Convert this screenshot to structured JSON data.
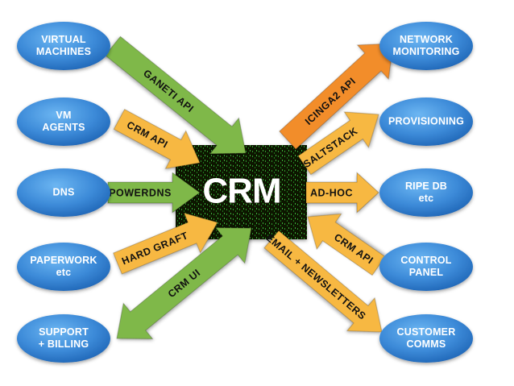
{
  "center": {
    "label": "CRM"
  },
  "left_nodes": [
    {
      "id": "virtual-machines",
      "lines": [
        "VIRTUAL",
        "MACHINES"
      ]
    },
    {
      "id": "vm-agents",
      "lines": [
        "VM",
        "AGENTS"
      ]
    },
    {
      "id": "dns",
      "lines": [
        "DNS"
      ]
    },
    {
      "id": "paperwork",
      "lines": [
        "PAPERWORK",
        "etc"
      ]
    },
    {
      "id": "support-billing",
      "lines": [
        "SUPPORT",
        "+ BILLING"
      ]
    }
  ],
  "right_nodes": [
    {
      "id": "network-monitoring",
      "lines": [
        "NETWORK",
        "MONITORING"
      ]
    },
    {
      "id": "provisioning",
      "lines": [
        "PROVISIONING"
      ]
    },
    {
      "id": "ripe-db",
      "lines": [
        "RIPE DB",
        "etc"
      ]
    },
    {
      "id": "control-panel",
      "lines": [
        "CONTROL",
        "PANEL"
      ]
    },
    {
      "id": "customer-comms",
      "lines": [
        "CUSTOMER",
        "COMMS"
      ]
    }
  ],
  "arrows": [
    {
      "id": "ganeti-api",
      "label": "GANETI API",
      "color": "#7fb84a",
      "direction": "to-crm"
    },
    {
      "id": "crm-api-vm-agents",
      "label": "CRM API",
      "color": "#f7b843",
      "direction": "to-crm"
    },
    {
      "id": "powerdns",
      "label": "POWERDNS",
      "color": "#7fb84a",
      "direction": "to-crm"
    },
    {
      "id": "hard-graft",
      "label": "HARD GRAFT",
      "color": "#f7b843",
      "direction": "to-crm"
    },
    {
      "id": "crm-ui",
      "label": "CRM UI",
      "color": "#7fb84a",
      "direction": "bidirectional"
    },
    {
      "id": "icinga2-api",
      "label": "ICINGA2 API",
      "color": "#f28d2c",
      "direction": "from-crm"
    },
    {
      "id": "saltstack",
      "label": "SALTSTACK",
      "color": "#f7b843",
      "direction": "from-crm"
    },
    {
      "id": "ad-hoc",
      "label": "AD-HOC",
      "color": "#f7b843",
      "direction": "from-crm"
    },
    {
      "id": "crm-api-control-panel",
      "label": "CRM API",
      "color": "#f7b843",
      "direction": "to-crm"
    },
    {
      "id": "email-newsletters",
      "label": "EMAIL + NEWSLETTERS",
      "color": "#f7b843",
      "direction": "from-crm"
    }
  ],
  "colors": {
    "node_fill_light": "#5aa6e8",
    "node_fill_dark": "#1f6cc0",
    "center_fill": "#0a1a06",
    "center_code": "#2fa02f"
  }
}
